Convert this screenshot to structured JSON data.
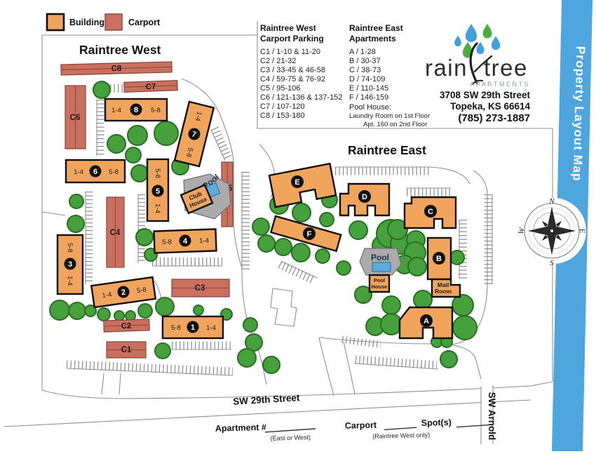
{
  "legend": {
    "building_label": "Building",
    "carport_label": "Carport"
  },
  "info": {
    "west": {
      "title1": "Raintree West",
      "title2": "Carport Parking",
      "items": [
        "C1 / 1-10 & 11-20",
        "C2 / 21-32",
        "C3 / 33-45 & 46-58",
        "C4 / 59-75 & 76-92",
        "C5 / 95-106",
        "C6 / 121-136 & 137-152",
        "C7 / 107-120",
        "C8 / 153-180"
      ]
    },
    "east": {
      "title1": "Raintree East",
      "title2": "Apartments",
      "items": [
        "A / 1-28",
        "B / 30-37",
        "C / 38-73",
        "D / 74-109",
        "E / 110-145",
        "F / 146-159"
      ],
      "pool_house": "Pool House:",
      "note1": "Laundry Room on 1st Floor",
      "note2": "Apt. 160 on 2nd Floor"
    }
  },
  "logo": {
    "word1": "rain",
    "word2": "tree",
    "tagline": "APARTMENTS",
    "address1": "3708 SW 29th Street",
    "address2": "Topeka, KS 66614",
    "phone": "(785) 273-1887"
  },
  "sidebar": {
    "title": "Property Layout Map"
  },
  "compass": {
    "n": "N",
    "e": "E",
    "s": "S",
    "w": "W"
  },
  "map": {
    "west_title": "Raintree West",
    "east_title": "Raintree East",
    "west_buildings": [
      {
        "num": "1",
        "left": "5-8",
        "right": "1-4"
      },
      {
        "num": "2",
        "left": "1-4",
        "right": "5-8"
      },
      {
        "num": "3",
        "top": "5-8",
        "bottom": "1-4"
      },
      {
        "num": "4",
        "left": "5-8",
        "right": "1-4"
      },
      {
        "num": "5",
        "top": "5-8",
        "bottom": "1-4"
      },
      {
        "num": "6",
        "left": "1-4",
        "right": "5-8"
      },
      {
        "num": "7",
        "top": "1-4",
        "bottom": "5-8"
      },
      {
        "num": "8",
        "left": "1-4",
        "right": "5-8"
      }
    ],
    "east_buildings": [
      "A",
      "B",
      "C",
      "D",
      "E",
      "F"
    ],
    "carports": [
      "C1",
      "C2",
      "C3",
      "C4",
      "C5",
      "C6",
      "C7",
      "C8"
    ],
    "west_pool_label": "Pool",
    "club_house1": "Club",
    "club_house2": "House",
    "east_pool_label": "Pool",
    "pool_house1": "Pool",
    "pool_house2": "House",
    "mail_room1": "Mail",
    "mail_room2": "Room"
  },
  "streets": {
    "sw29th": "SW 29th Street",
    "arnold": "SW Arnold"
  },
  "form": {
    "apartment": "Apartment #",
    "apartment_note": "(East or West)",
    "carport": "Carport",
    "spots": "Spot(s)",
    "spots_note": "(Raintree West only)"
  },
  "colors": {
    "building": "#F0A45C",
    "carport": "#C9705F",
    "sidebar_blue": "#4FA6DF",
    "tree_green": "#46A03C",
    "pool_blue": "#5BABDC"
  }
}
